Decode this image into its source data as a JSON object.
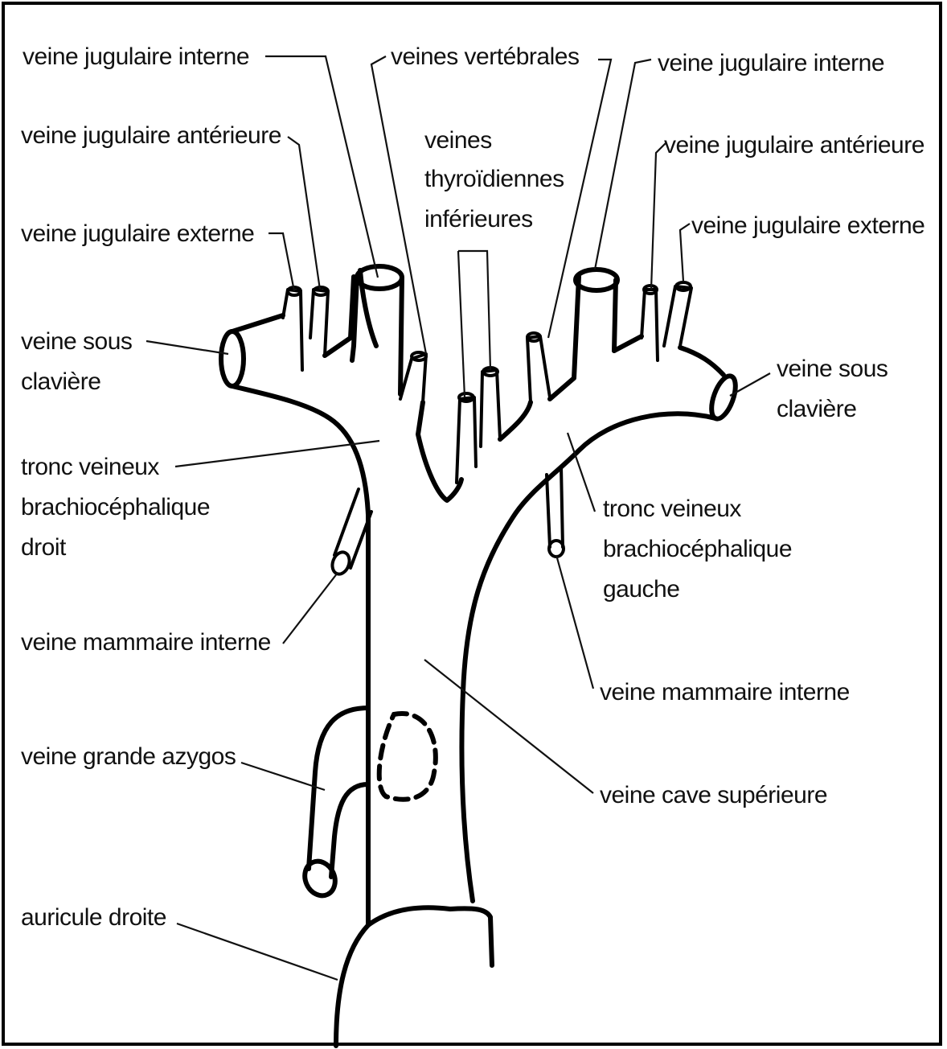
{
  "labels": {
    "veine_jugulaire_interne_r": "veine jugulaire interne",
    "veines_vertebrales": "veines vertébrales",
    "veine_jugulaire_interne_l": "veine jugulaire interne",
    "veine_jugulaire_anterieure_r": "veine jugulaire antérieure",
    "veines_thyroidiennes_1": "veines",
    "veines_thyroidiennes_2": "thyroïdiennes",
    "veines_thyroidiennes_3": "inférieures",
    "veine_jugulaire_anterieure_l": "veine jugulaire antérieure",
    "veine_jugulaire_externe_r": "veine jugulaire externe",
    "veine_jugulaire_externe_l": "veine jugulaire externe",
    "veine_sous_claviere_r_1": "veine sous",
    "veine_sous_claviere_r_2": "clavière",
    "veine_sous_claviere_l_1": "veine sous",
    "veine_sous_claviere_l_2": "clavière",
    "tronc_droit_1": "tronc veineux",
    "tronc_droit_2": "brachiocéphalique",
    "tronc_droit_3": "droit",
    "tronc_gauche_1": "tronc veineux",
    "tronc_gauche_2": "brachiocéphalique",
    "tronc_gauche_3": "gauche",
    "veine_mammaire_interne_r": "veine mammaire interne",
    "veine_mammaire_interne_l": "veine mammaire interne",
    "veine_grande_azygos": "veine grande azygos",
    "veine_cave_superieure": "veine cave supérieure",
    "auricule_droite": "auricule droite"
  }
}
